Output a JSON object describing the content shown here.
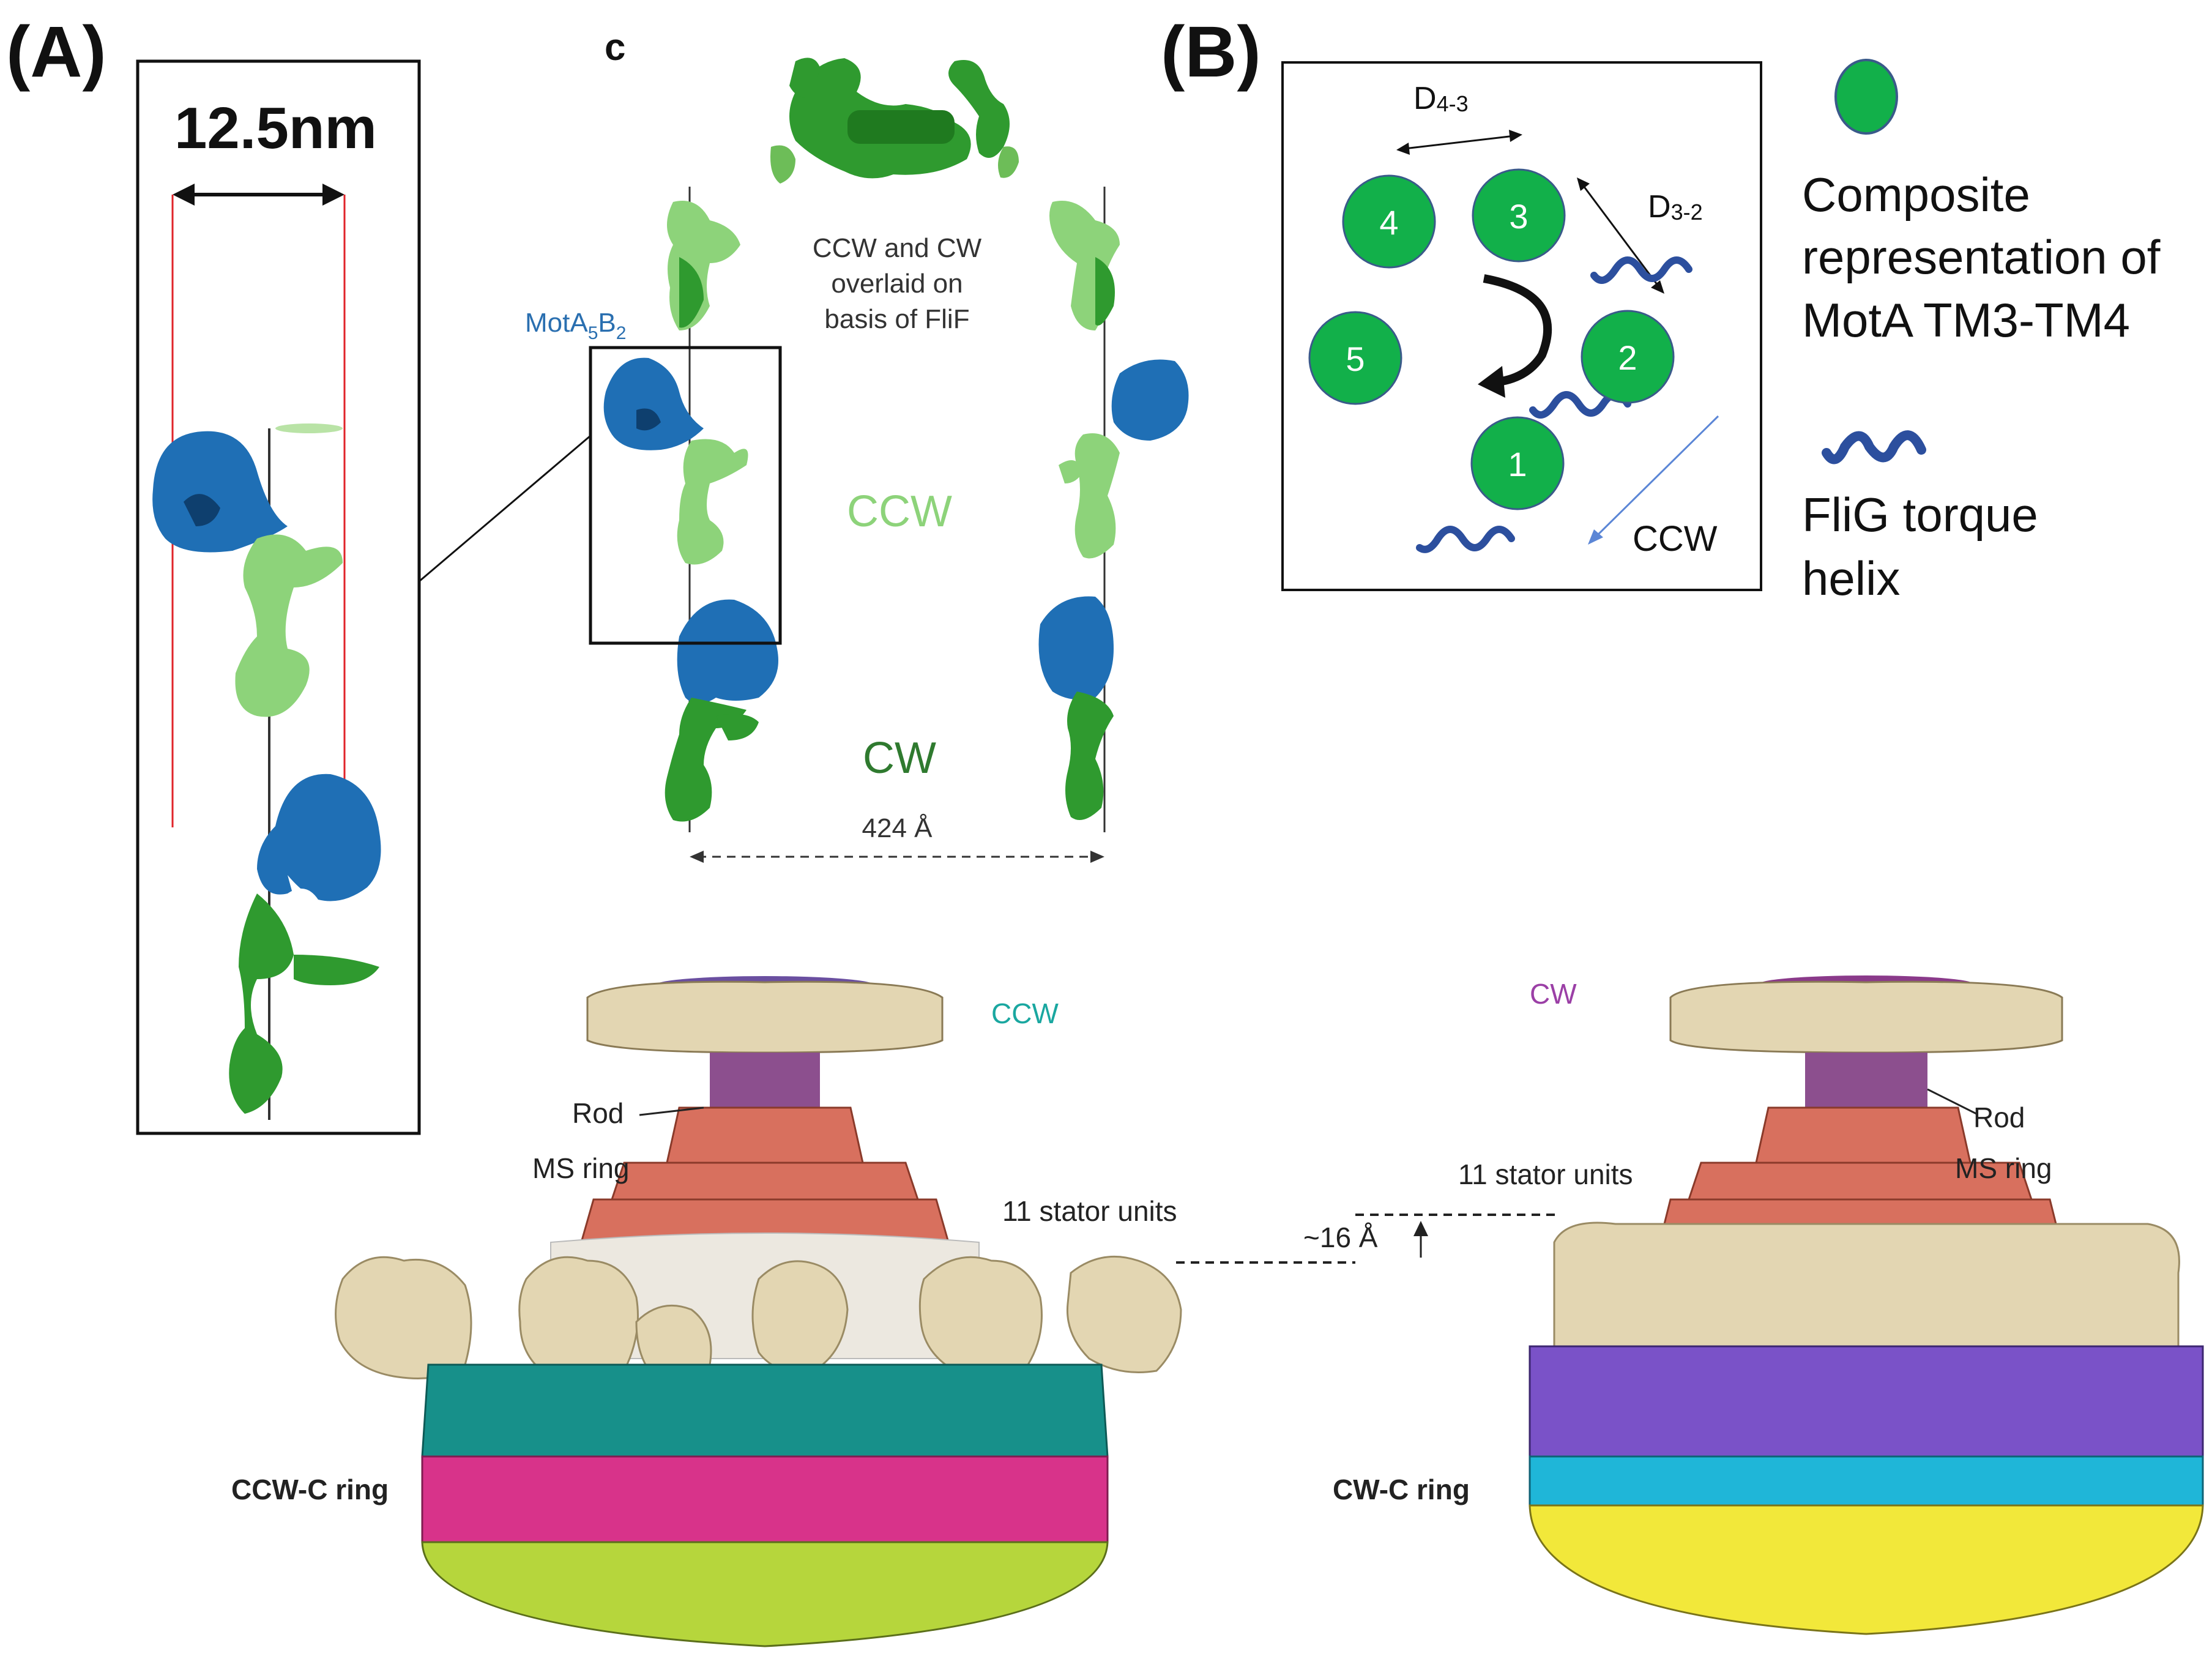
{
  "panel_a": {
    "label": "(A)",
    "scale_label": "12.5nm",
    "sublabel": "c",
    "mota_label": "MotA",
    "mota_sub5": "5",
    "mota_b": "B",
    "mota_sub2": "2",
    "overlay_lines": [
      "CCW and CW",
      "overlaid on",
      "basis of FliF"
    ],
    "ccw_label": "CCW",
    "cw_label": "CW",
    "distance_label": "424 Å"
  },
  "panel_b": {
    "label": "(B)",
    "d43_main": "D",
    "d43_sub": "4-3",
    "d32_main": "D",
    "d32_sub": "3-2",
    "circles": [
      "1",
      "2",
      "3",
      "4",
      "5"
    ],
    "ccw_label": "CCW",
    "legend": {
      "composite_lines": [
        "Composite",
        "representation of",
        "MotA TM3-TM4"
      ],
      "flig_lines": [
        "FliG torque",
        "helix"
      ]
    }
  },
  "bottom": {
    "ccw_title": "CCW",
    "cw_title": "CW",
    "rod_left": "Rod",
    "ms_ring_left": "MS ring",
    "stator_left": "11 stator units",
    "stator_right": "11 stator units",
    "offset_label": "~16 Å",
    "rod_right": "Rod",
    "ms_ring_right": "MS ring",
    "ccw_c_ring": "CCW-C ring",
    "cw_c_ring": "CW-C ring"
  },
  "colors": {
    "green_light": "#8dd37a",
    "green_dark": "#2f9a2f",
    "mota_blue": "#1f6fb5",
    "flig_helix": "#2c4f9e",
    "circle_green": "#12b04a",
    "ccw_teal": "#1aa7a0",
    "cw_purple": "#9b3fa6",
    "salmon": "#d8705e",
    "tan": "#e3d6b2",
    "teal_ring": "#17908a",
    "magenta_ring": "#d8338a",
    "lime_ring": "#b6d63c",
    "purple_ring": "#7a52c8",
    "cyan_ring": "#1fb6d8",
    "yellow_ring": "#f2e83a",
    "red_line": "#e0242a"
  }
}
